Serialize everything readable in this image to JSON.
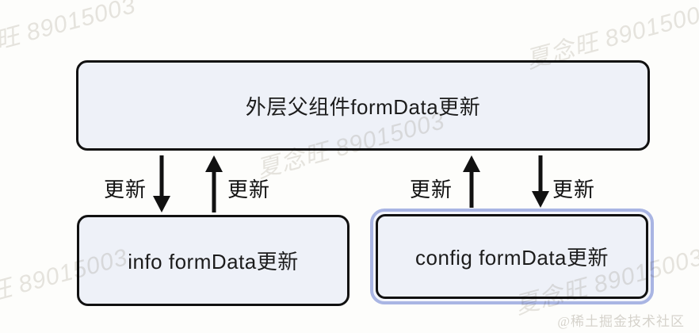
{
  "diagram": {
    "nodes": {
      "parent": {
        "label": "外层父组件formData更新"
      },
      "info": {
        "label": "info formData更新"
      },
      "config": {
        "label": "config formData更新",
        "highlighted": true
      }
    },
    "edges": [
      {
        "label": "更新",
        "from": "parent",
        "to": "info",
        "direction": "down"
      },
      {
        "label": "更新",
        "from": "info",
        "to": "parent",
        "direction": "up"
      },
      {
        "label": "更新",
        "from": "config",
        "to": "parent",
        "direction": "up"
      },
      {
        "label": "更新",
        "from": "parent",
        "to": "config",
        "direction": "down"
      }
    ],
    "colors": {
      "node_fill": "#eef1f8",
      "node_border": "#111111",
      "selection_highlight": "#a9b5e3",
      "arrow": "#111111",
      "background": "#fdfdfb",
      "watermark": "#e7e5e1",
      "credit": "#d6d3cc"
    }
  },
  "watermarks": {
    "diagonal_text": "夏念旺 89015003",
    "credit_text": "@稀土掘金技术社区"
  }
}
